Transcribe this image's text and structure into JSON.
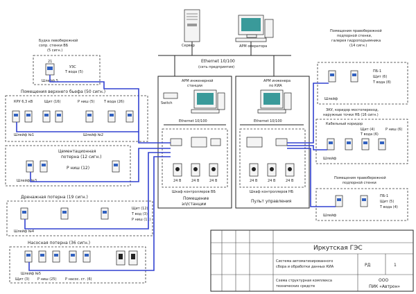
{
  "top": {
    "server_label": "Сервер",
    "apm_label": "АРМ оператора",
    "ethernet_main": "Ethernet 10/100",
    "ethernet_main_sub": "(сеть предприятия)"
  },
  "left_top_box": {
    "title_l1": "Будка левобережной",
    "title_l2": "сопр. стенки ВБ",
    "title_l3": "(5 сигн.)",
    "dev_num": "21",
    "dev_text_l1": "УЗС",
    "dev_text_l2": "Т вода (5)",
    "cable": "Шлейф 5"
  },
  "upper_pool": {
    "title": "Помещения верхнего бьефа (50 сигн.)",
    "groups": [
      "КРУ 6,3 кВ",
      "Щит (16)",
      "Р ниш (5)",
      "Т вода (26)"
    ],
    "cables": [
      "Шлейф №1",
      "Шлейф №2"
    ]
  },
  "cement": {
    "title_l1": "Цементационная",
    "title_l2": "потерна (12 сигн.)",
    "text": "Р ниш (12)",
    "cable": "Шлейф №3"
  },
  "drain": {
    "title": "Дренажная потерна (19 сигн.)",
    "lines": [
      "Щит (12)",
      "Т вод (3)",
      "Р ниш (11)"
    ],
    "cable": "Шлейф №4"
  },
  "pump": {
    "title": "Насосная потерна (36 сигн.)",
    "lines": [
      "Щит (3)",
      "Р ниш (25)",
      "Р насос. ст. (6)"
    ],
    "cable": "Шлейф №5"
  },
  "eng_station": {
    "apm_label_l1": "АРМ инженерной",
    "apm_label_l2": "станции",
    "switch_label": "Switch",
    "ethernet": "Ethernet 10/100",
    "cabinet": "Шкаф контроллеров ВБ",
    "room_l1": "Помещение",
    "room_l2": "эл/станции",
    "units": [
      "24 В",
      "24 В",
      "24 В"
    ]
  },
  "control": {
    "apm_label_l1": "АРМ инженера",
    "apm_label_l2": "по КИА",
    "ethernet": "Ethernet 10/100",
    "cabinet": "Шкаф контроллеров НБ",
    "room": "Пульт управления",
    "units": [
      "24 В",
      "24 В",
      "24 В"
    ]
  },
  "right_top_box": {
    "title_l1": "Помещения правобережной",
    "title_l2": "подпорной стенки,",
    "title_l3": "галерея гидроподъемника",
    "title_l4": "(14 сигн.)",
    "lines": [
      "Щит (6)",
      "Т вода (8)"
    ],
    "node": "ПБ-1",
    "cable": "Шлейф"
  },
  "right_mid_box": {
    "title_l1": "ЗКУ, коридор мостопереход,",
    "title_l2": "наружные точки НБ (16 сигн.)",
    "sub": "Кабельный коридор",
    "lines": [
      "Щит (4)",
      "Т вода (6)",
      "Р ниш (6)"
    ],
    "cable": "Шлейф"
  },
  "right_bot_box": {
    "title_l1": "Помещения правобережной",
    "title_l2": "подпорной стенки",
    "lines": [
      "Щит (5)",
      "Т вода (4)"
    ],
    "node": "ПБ-1",
    "cable": "Шлейф"
  },
  "title_block": {
    "org": "Иркутская ГЭС",
    "system_l1": "Система автоматизированного",
    "system_l2": "сбора и обработки данных КИА",
    "scheme_l1": "Схема структурная комплекса",
    "scheme_l2": "технических средств",
    "stage": "РД",
    "sheet": "1",
    "company_l1": "ООО",
    "company_l2": "ПИК «Автрон»"
  }
}
